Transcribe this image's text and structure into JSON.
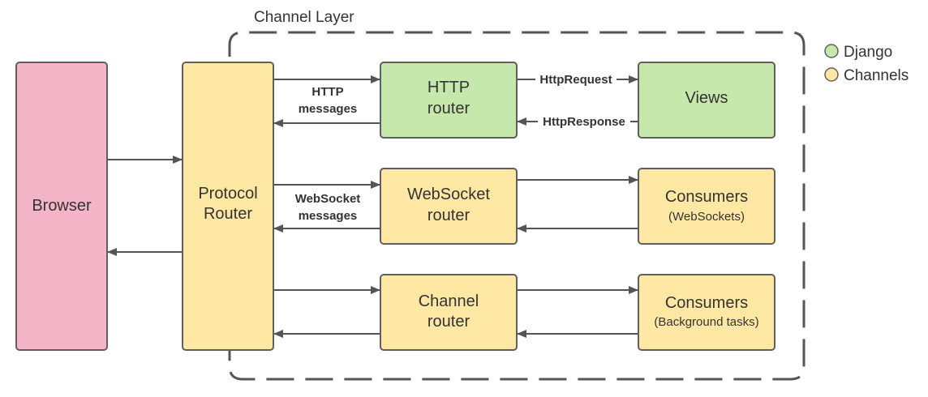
{
  "colors": {
    "django": "#c7e8ac",
    "channels": "#ffe8a3",
    "browser": "#f4b5c8",
    "stroke": "#5f5f5f",
    "text": "#333333"
  },
  "channel_layer": {
    "title": "Channel Layer"
  },
  "legend": [
    {
      "label": "Django",
      "color": "#c7e8ac"
    },
    {
      "label": "Channels",
      "color": "#ffe8a3"
    }
  ],
  "nodes": {
    "browser": {
      "label": "Browser"
    },
    "protocol_router": {
      "line1": "Protocol",
      "line2": "Router"
    },
    "http_router": {
      "line1": "HTTP",
      "line2": "router"
    },
    "views": {
      "label": "Views"
    },
    "websocket_router": {
      "line1": "WebSocket",
      "line2": "router"
    },
    "consumers_ws": {
      "line1": "Consumers",
      "line2": "(WebSockets)"
    },
    "channel_router": {
      "line1": "Channel",
      "line2": "router"
    },
    "consumers_bg": {
      "line1": "Consumers",
      "line2": "(Background tasks)"
    }
  },
  "edges": {
    "http_messages": {
      "line1": "HTTP",
      "line2": "messages"
    },
    "websocket_messages": {
      "line1": "WebSocket",
      "line2": "messages"
    },
    "http_request": "HttpRequest",
    "http_response": "HttpResponse"
  }
}
